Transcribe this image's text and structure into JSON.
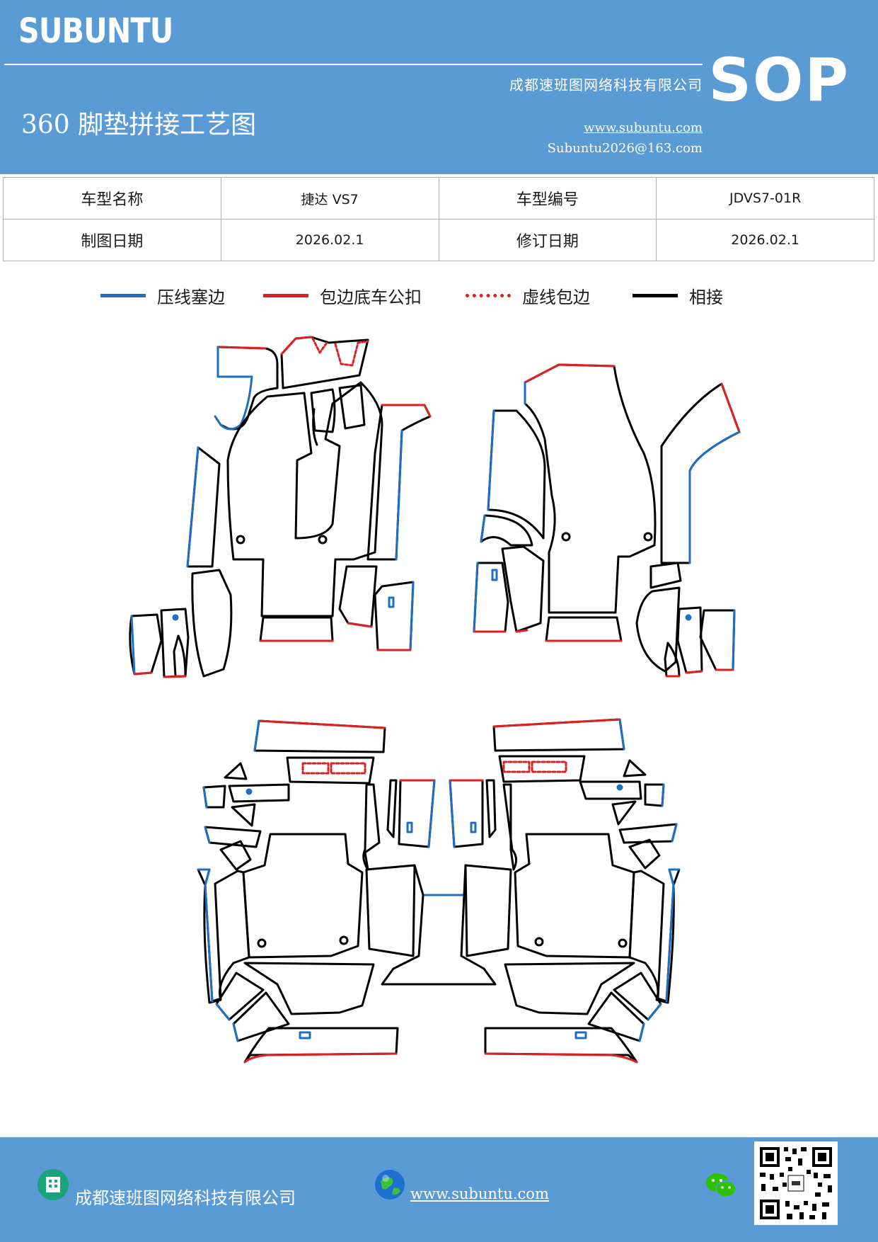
{
  "header": {
    "brand": "SUBUNTU",
    "company": "成都速班图网络科技有限公司",
    "title": "360 脚垫拼接工艺图",
    "url": "www.subuntu.com",
    "email": "Subuntu2026@163.com",
    "badge": "SOP"
  },
  "info_table": {
    "model_name_label": "车型名称",
    "model_name_value": "捷达 VS7",
    "model_code_label": "车型编号",
    "model_code_value": "JDVS7-01R",
    "draw_date_label": "制图日期",
    "draw_date_value": "2026.02.1",
    "revise_date_label": "修订日期",
    "revise_date_value": "2026.02.1"
  },
  "legend": {
    "items": [
      {
        "label": "压线塞边",
        "color": "#1f6ec2",
        "style": "solid"
      },
      {
        "label": "包边底车公扣",
        "color": "#e02020",
        "style": "solid"
      },
      {
        "label": "虚线包边",
        "color": "#e02020",
        "style": "dotted"
      },
      {
        "label": "相接",
        "color": "#000000",
        "style": "solid"
      }
    ]
  },
  "footer": {
    "company": "成都速班图网络科技有限公司",
    "url": "www.subuntu.com",
    "icons": [
      "building-icon",
      "globe-icon",
      "wechat-icon",
      "qr-code"
    ]
  },
  "colors": {
    "header_bg": "#5b9bd5",
    "press_line": "#1f6ec2",
    "wrap_edge": "#e02020",
    "joint": "#000000"
  }
}
